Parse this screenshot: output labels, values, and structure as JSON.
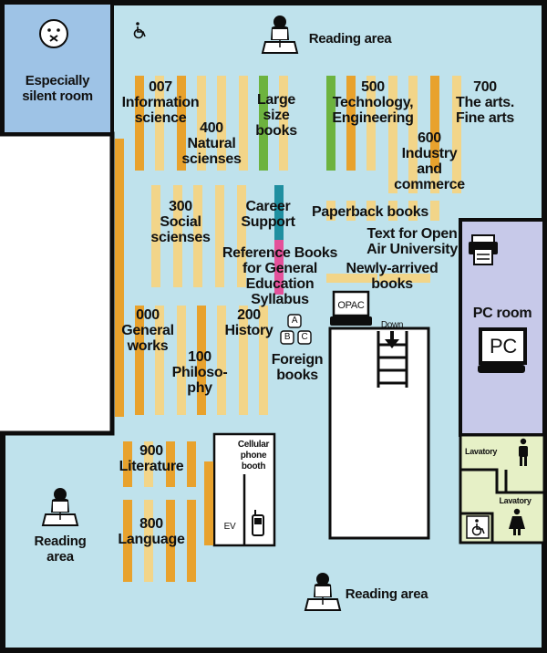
{
  "colors": {
    "floor": "#bfe2ec",
    "wall": "#0d0d0d",
    "silent_room": "#9ec3e6",
    "pc_room": "#c7c9e9",
    "lavatory": "#e6f0c6",
    "shelf_dark": "#e8a22d",
    "shelf_light": "#f2d589",
    "shelf_green": "#6db33f",
    "shelf_teal": "#1f8fa0",
    "shelf_pink": "#e4519a",
    "white_area": "#ffffff"
  },
  "rooms": {
    "silent_room": "Especially\nsilent room",
    "pc_room": "PC room",
    "pc_sign": "PC",
    "lavatory_1": "Lavatory",
    "lavatory_2": "Lavatory",
    "phone_booth": "Cellular\nphone\nbooth",
    "elevator": "EV",
    "opac": "OPAC",
    "down": "Down"
  },
  "reading_areas": [
    "Reading area",
    "Reading\narea",
    "Reading area"
  ],
  "sections": {
    "s007": "007\nInformation\nscience",
    "s400": "400\nNatural\nscienses",
    "large": "Large\nsize\nbooks",
    "s500": "500\nTechnology,\nEngineering",
    "s700": "700\nThe arts.\nFine arts",
    "s600": "600\nIndustry\nand\ncommerce",
    "s300": "300\nSocial\nscienses",
    "career": "Career\nSupport",
    "paperback": "Paperback books",
    "openair": "Text for Open\nAir University",
    "reference": "Reference Books\nfor General\nEducation\nSyllabus",
    "newbooks": "Newly-arrived\nbooks",
    "s000": "000\nGeneral\nworks",
    "s200": "200\nHistory",
    "s100": "100\nPhiloso-\nphy",
    "foreign": "Foreign\nbooks",
    "s900": "900\nLiterature",
    "s800": "800\nLanguage"
  },
  "foreign_badges": [
    "A",
    "B",
    "C"
  ],
  "icons": [
    "quiet-face-icon",
    "wheelchair-icon",
    "reader-icon",
    "printer-icon",
    "pc-monitor-icon",
    "man-icon",
    "woman-icon",
    "mobile-phone-icon",
    "down-arrow-icon",
    "stairs-icon"
  ]
}
